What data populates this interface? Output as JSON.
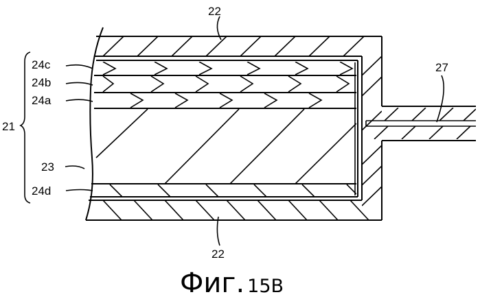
{
  "figure": {
    "labels": {
      "shell_top": "22",
      "shell_bottom": "22",
      "group": "21",
      "layer_c": "24c",
      "layer_b": "24b",
      "layer_a": "24a",
      "core": "23",
      "layer_d": "24d",
      "lead": "27"
    },
    "caption": {
      "prefix": "Фиг.",
      "number": "15B"
    }
  }
}
